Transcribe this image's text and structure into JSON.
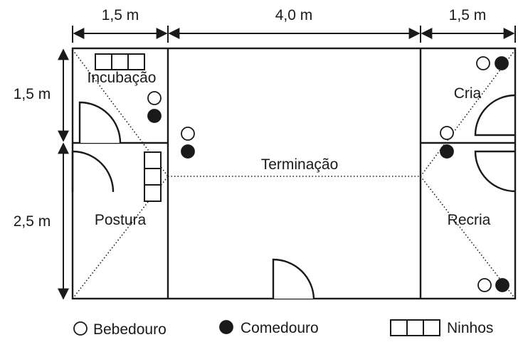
{
  "dimensions": {
    "top_left_width": "1,5 m",
    "top_center_width": "4,0 m",
    "top_right_width": "1,5 m",
    "left_upper_height": "1,5 m",
    "left_lower_height": "2,5 m"
  },
  "rooms": {
    "incubacao": "Incubação",
    "postura": "Postura",
    "terminacao": "Terminação",
    "cria": "Cria",
    "recria": "Recria"
  },
  "legend": {
    "bebedouro": "Bebedouro",
    "comedouro": "Comedouro",
    "ninhos": "Ninhos"
  },
  "icons": {
    "bebedouro": "open-circle",
    "comedouro": "filled-circle",
    "ninhos": "three-box-row"
  },
  "colors": {
    "line": "#1a1a1a",
    "background": "#ffffff"
  }
}
